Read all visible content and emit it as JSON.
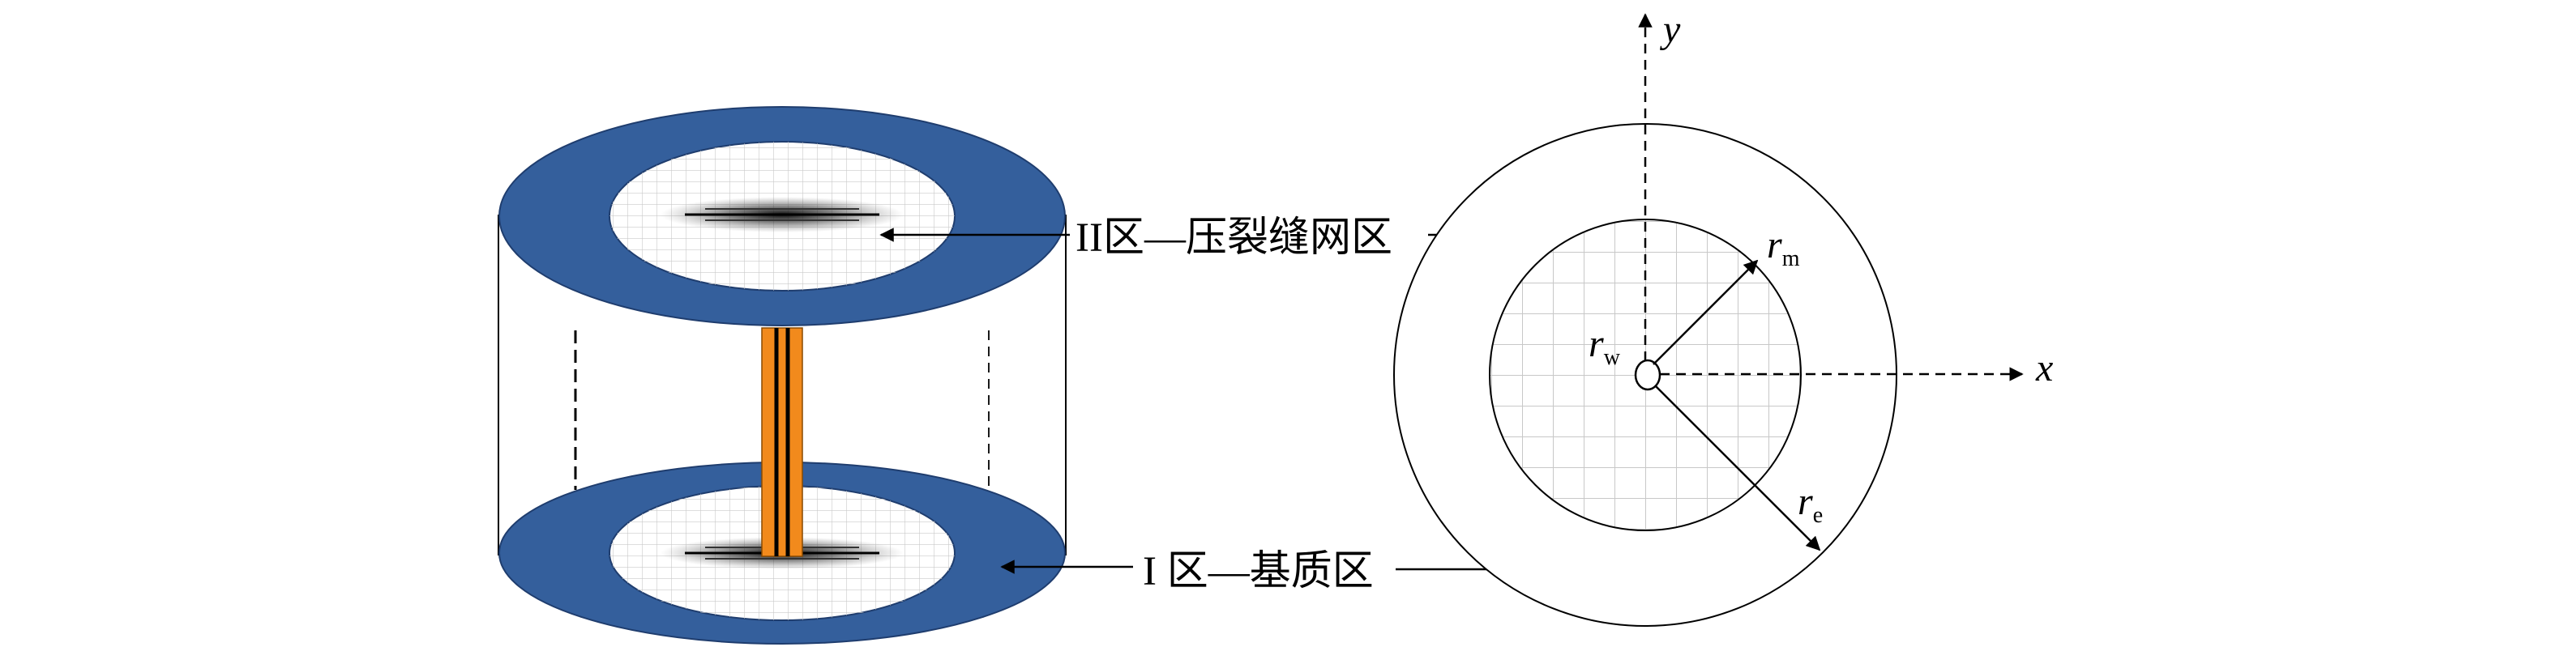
{
  "labels": {
    "zone2": "II区—压裂缝网区",
    "zone1": "I 区—基质区",
    "axis_y": "y",
    "axis_x": "x",
    "r_m_main": "r",
    "r_m_sub": "m",
    "r_w_main": "r",
    "r_w_sub": "w",
    "r_e_main": "r",
    "r_e_sub": "e"
  },
  "colors": {
    "ring_blue": "#345F9C",
    "wellbore_orange": "#F28A1C",
    "grid_line": "#c8c8c8",
    "line": "#000000"
  }
}
